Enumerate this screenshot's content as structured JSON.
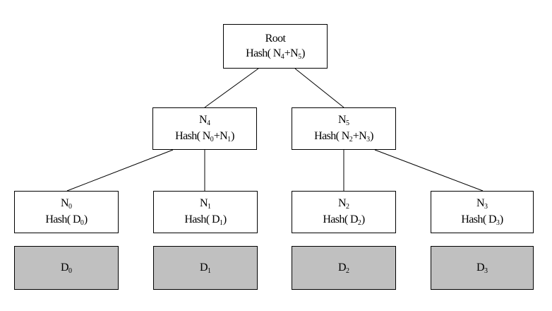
{
  "nodes": {
    "root": {
      "title": "Root",
      "hash_prefix": "Hash( N",
      "sub_a": "4",
      "mid": "+N",
      "sub_b": "5",
      "suffix": ")"
    },
    "n4": {
      "title": "N",
      "title_sub": "4",
      "hash_prefix": "Hash( N",
      "sub_a": "0",
      "mid": "+N",
      "sub_b": "1",
      "suffix": ")"
    },
    "n5": {
      "title": "N",
      "title_sub": "5",
      "hash_prefix": "Hash( N",
      "sub_a": "2",
      "mid": "+N",
      "sub_b": "3",
      "suffix": ")"
    },
    "n0": {
      "title": "N",
      "title_sub": "0",
      "hash_prefix": "Hash( D",
      "sub_a": "0",
      "suffix": ")"
    },
    "n1": {
      "title": "N",
      "title_sub": "1",
      "hash_prefix": "Hash( D",
      "sub_a": "1",
      "suffix": ")"
    },
    "n2": {
      "title": "N",
      "title_sub": "2",
      "hash_prefix": "Hash( D",
      "sub_a": "2",
      "suffix": ")"
    },
    "n3": {
      "title": "N",
      "title_sub": "3",
      "hash_prefix": "Hash( D",
      "sub_a": "3",
      "suffix": ")"
    }
  },
  "data_blocks": {
    "d0": {
      "label": "D",
      "sub": "0"
    },
    "d1": {
      "label": "D",
      "sub": "1"
    },
    "d2": {
      "label": "D",
      "sub": "2"
    },
    "d3": {
      "label": "D",
      "sub": "3"
    }
  },
  "colors": {
    "data_fill": "#c0c0c0",
    "node_fill": "#ffffff",
    "stroke": "#000000"
  }
}
